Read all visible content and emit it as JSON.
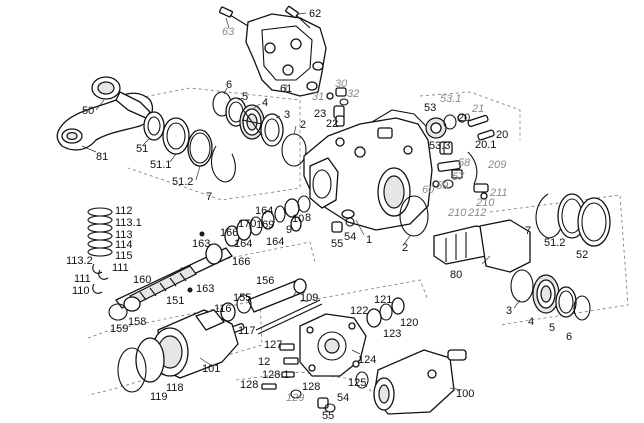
{
  "labels": {
    "l62": "62",
    "l63": "63",
    "l61": "61",
    "l50": "50",
    "l81": "81",
    "l51": "51",
    "l51_1": "51.1",
    "l51_2": "51.2",
    "l7a": "7",
    "l6a": "6",
    "l5a": "5",
    "l4a": "4",
    "l3a": "3",
    "l2a": "2",
    "l31": "31",
    "l30": "30",
    "l32": "32",
    "l23": "23",
    "l22": "22",
    "l53": "53",
    "l53_1": "53.1",
    "l53_3": "53.3",
    "l21": "21",
    "l20a": "20",
    "l20b": "20",
    "l20_1": "20.1",
    "l58": "58",
    "l209": "209",
    "l57": "57",
    "l59": "59",
    "l60": "60",
    "l211": "211",
    "l210a": "210",
    "l210b": "210",
    "l212": "212",
    "l164a": "164",
    "l170": "170",
    "l8": "8",
    "l10": "10",
    "l9": "9",
    "l169": "169",
    "l166a": "166",
    "l164b": "164",
    "l164c": "164",
    "l166b": "166",
    "l163a": "163",
    "l163b": "163",
    "l112": "112",
    "l113_1": "113.1",
    "l113": "113",
    "l114": "114",
    "l115": "115",
    "l113_2": "113.2",
    "l111a": "111",
    "l111b": "111",
    "l110": "110",
    "l160": "160",
    "l151": "151",
    "l159": "159",
    "l158": "158",
    "l55a": "55",
    "l54a": "54",
    "l1": "1",
    "l2b": "2",
    "l7b": "7",
    "l51_2b": "51.2",
    "l52": "52",
    "l80": "80",
    "l156": "156",
    "l155": "155",
    "l116": "116",
    "l117": "117",
    "l109": "109",
    "l121": "121",
    "l122": "122",
    "l120": "120",
    "l123": "123",
    "l124": "124",
    "l3b": "3",
    "l4b": "4",
    "l5b": "5",
    "l6b": "6",
    "l101": "101",
    "l118": "118",
    "l119": "119",
    "l127": "127",
    "l12": "12",
    "l128_1": "128.1",
    "l128a": "128",
    "l128b": "128",
    "l129": "129",
    "l125": "125",
    "l55b": "55",
    "l54b": "54",
    "l100": "100"
  }
}
